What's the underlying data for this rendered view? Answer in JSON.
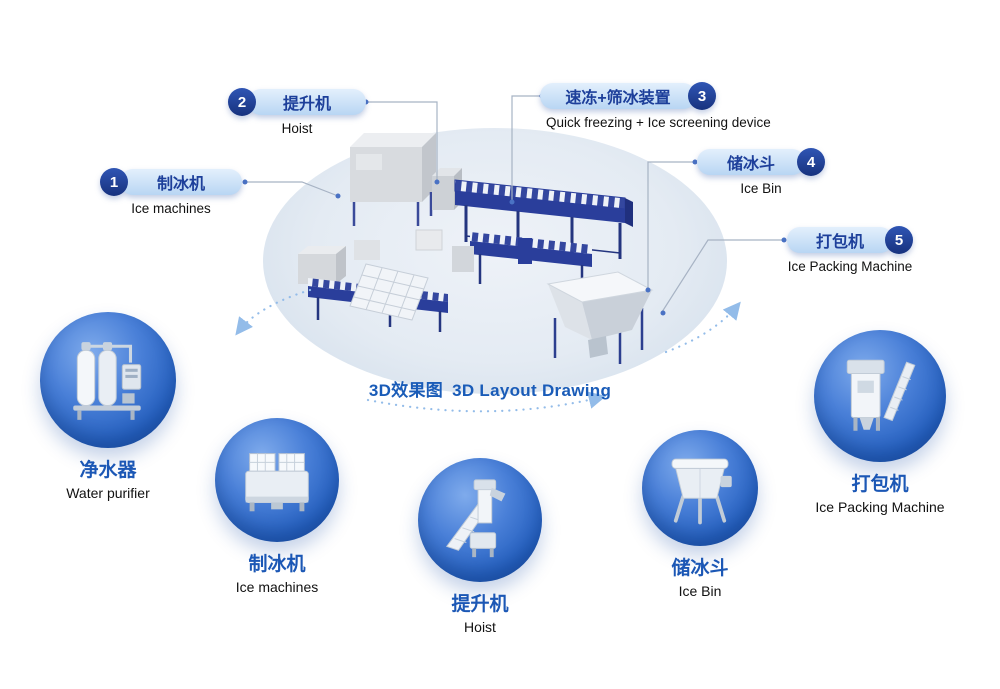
{
  "center": {
    "title_cn": "3D效果图",
    "title_en": "3D Layout Drawing"
  },
  "callouts": [
    {
      "num": "1",
      "cn": "制冰机",
      "en": "Ice machines"
    },
    {
      "num": "2",
      "cn": "提升机",
      "en": "Hoist"
    },
    {
      "num": "3",
      "cn": "速冻+筛冰装置",
      "en": "Quick freezing + Ice screening device"
    },
    {
      "num": "4",
      "cn": "储冰斗",
      "en": "Ice Bin"
    },
    {
      "num": "5",
      "cn": "打包机",
      "en": "Ice Packing Machine"
    }
  ],
  "stations": [
    {
      "cn": "净水器",
      "en": "Water purifier",
      "icon": "water-purifier-icon"
    },
    {
      "cn": "制冰机",
      "en": "Ice machines",
      "icon": "ice-machine-icon"
    },
    {
      "cn": "提升机",
      "en": "Hoist",
      "icon": "hoist-icon"
    },
    {
      "cn": "储冰斗",
      "en": "Ice Bin",
      "icon": "ice-bin-icon"
    },
    {
      "cn": "打包机",
      "en": "Ice Packing Machine",
      "icon": "packing-machine-icon"
    }
  ],
  "colors": {
    "accent_blue": "#1b57b5",
    "deep_blue": "#17327e",
    "pill_bg_top": "#e3effc",
    "pill_bg_bottom": "#b8d5f3",
    "badge_blue": "#2560bf",
    "conveyor_blue": "#2a3e9b",
    "arrow_blue": "#93bce9"
  }
}
